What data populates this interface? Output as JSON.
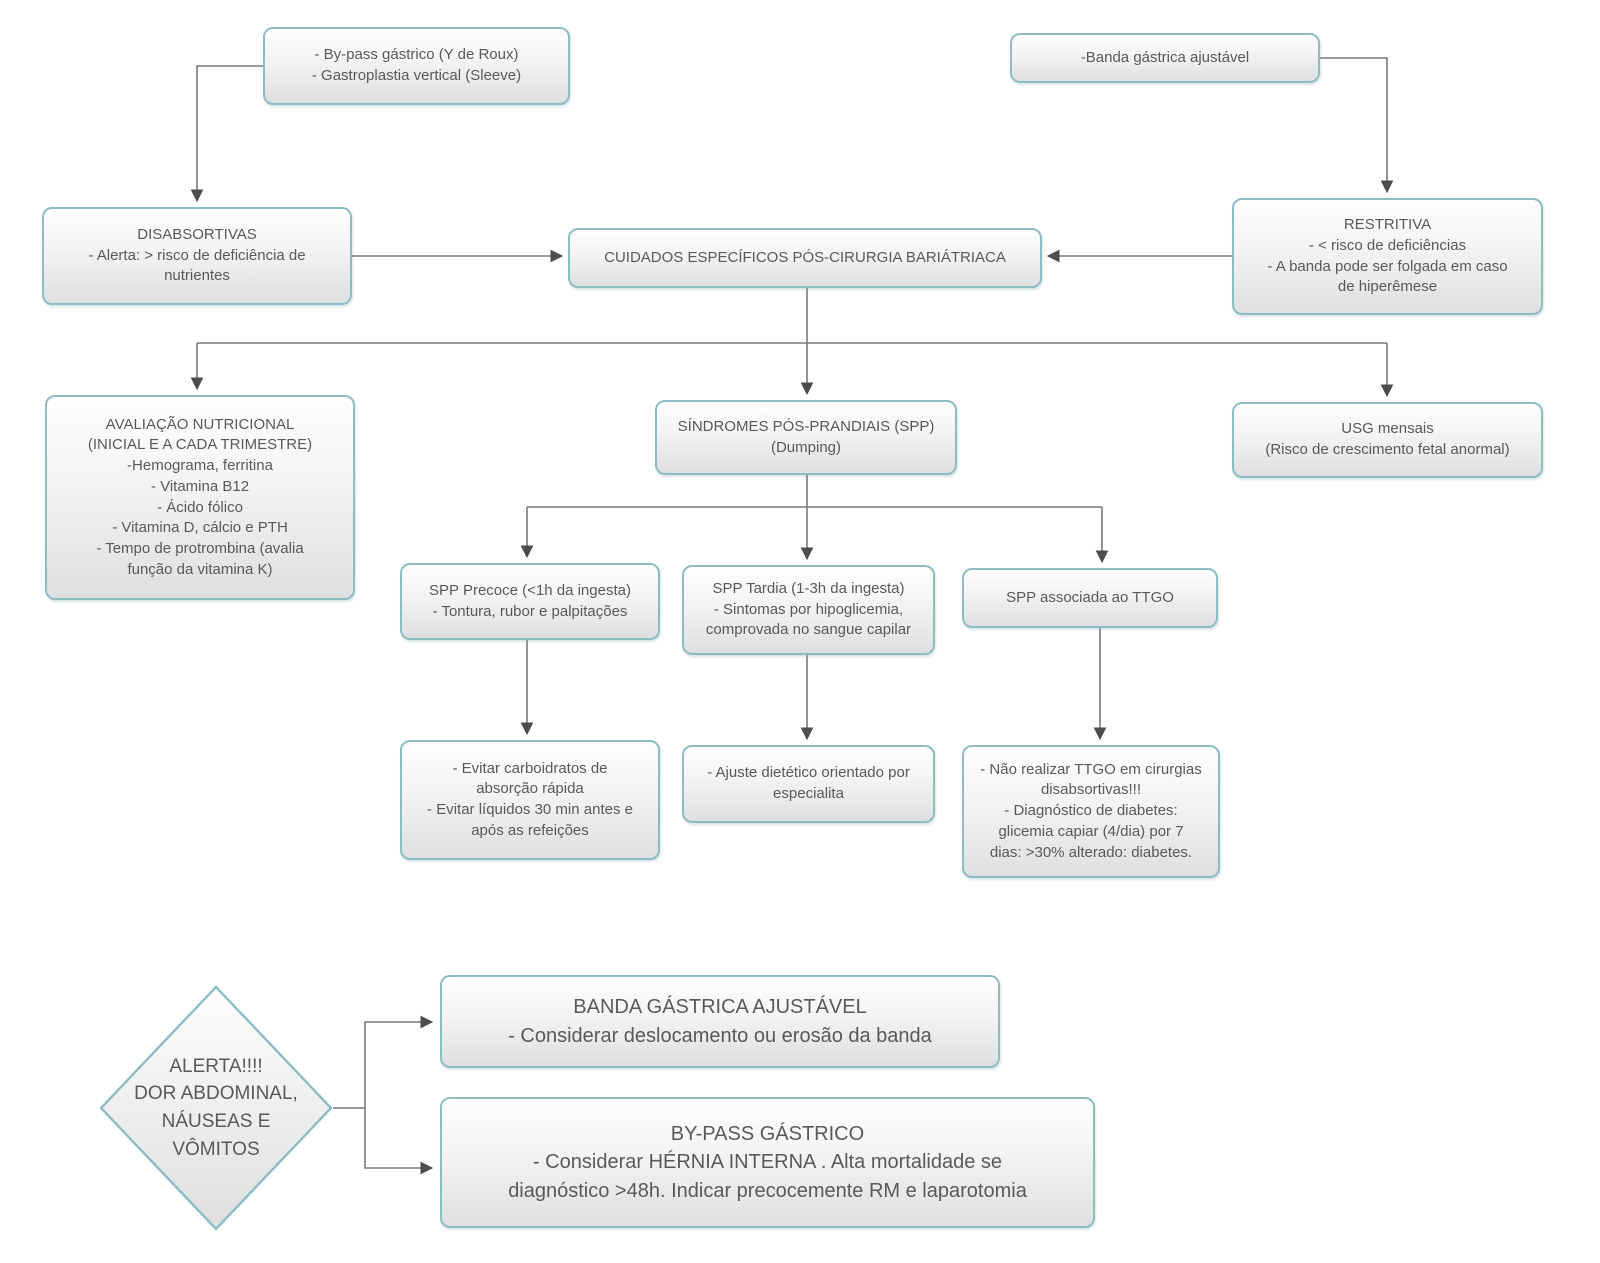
{
  "diagram_type": "flowchart",
  "language": "pt-BR",
  "colors": {
    "box_border": "#8ebcc5",
    "box_fill_top": "#fefefe",
    "box_fill_bottom": "#dedfe0",
    "text": "#58595b",
    "connector_line": "#77787a",
    "arrowhead": "#4c4d4f",
    "background": "#ffffff"
  },
  "nodes": {
    "bypass_sleeve": {
      "lines": [
        "- By-pass gástrico (Y de Roux)",
        "- Gastroplastia vertical (Sleeve)"
      ]
    },
    "banda_gastrica": {
      "lines": [
        "-Banda gástrica ajustável"
      ]
    },
    "disabsortivas": {
      "lines": [
        "DISABSORTIVAS",
        "- Alerta: > risco de deficiência de",
        "nutrientes"
      ]
    },
    "cuidados": {
      "lines": [
        "CUIDADOS ESPECÍFICOS PÓS-CIRURGIA BARIÁTRIACA"
      ]
    },
    "restritiva": {
      "lines": [
        "RESTRITIVA",
        "- < risco de deficiências",
        "- A banda pode ser folgada em caso",
        "de hiperêmese"
      ]
    },
    "avaliacao_nutricional": {
      "lines": [
        "AVALIAÇÃO NUTRICIONAL",
        "(INICIAL E A CADA TRIMESTRE)",
        "-Hemograma, ferritina",
        "- Vitamina B12",
        "- Ácido fólico",
        "- Vitamina D, cálcio e PTH",
        "- Tempo de protrombina (avalia",
        "função da vitamina K)"
      ]
    },
    "sindromes_spp": {
      "lines": [
        "SÍNDROMES PÓS-PRANDIAIS (SPP)",
        "(Dumping)"
      ]
    },
    "usg_mensais": {
      "lines": [
        "USG mensais",
        "(Risco de crescimento fetal anormal)"
      ]
    },
    "spp_precoce": {
      "lines": [
        "SPP Precoce (<1h da ingesta)",
        "- Tontura, rubor e palpitações"
      ]
    },
    "spp_tardia": {
      "lines": [
        "SPP Tardia (1-3h da ingesta)",
        "- Sintomas por hipoglicemia,",
        "comprovada no sangue capilar"
      ]
    },
    "spp_ttgo": {
      "lines": [
        "SPP associada ao TTGO"
      ]
    },
    "evitar_carboidratos": {
      "lines": [
        "- Evitar carboidratos de",
        "absorção rápida",
        "- Evitar líquidos 30 min antes e",
        "após as refeições"
      ]
    },
    "ajuste_dietetico": {
      "lines": [
        "- Ajuste dietético orientado por",
        "especialita"
      ]
    },
    "nao_realizar_ttgo": {
      "lines": [
        "- Não realizar TTGO em cirurgias",
        "disabsortivas!!!",
        "- Diagnóstico de diabetes:",
        "glicemia capiar (4/dia) por 7",
        "dias: >30% alterado: diabetes."
      ]
    },
    "alerta_diamante": {
      "lines": [
        "ALERTA!!!!",
        "DOR ABDOMINAL,",
        "NÁUSEAS E",
        "VÔMITOS"
      ]
    },
    "banda_alerta": {
      "lines": [
        "BANDA GÁSTRICA AJUSTÁVEL",
        "- Considerar deslocamento ou erosão da banda"
      ]
    },
    "bypass_alerta": {
      "lines": [
        "BY-PASS GÁSTRICO",
        "- Considerar HÉRNIA INTERNA . Alta mortalidade se",
        "diagnóstico >48h. Indicar precocemente RM e laparotomia"
      ]
    }
  }
}
